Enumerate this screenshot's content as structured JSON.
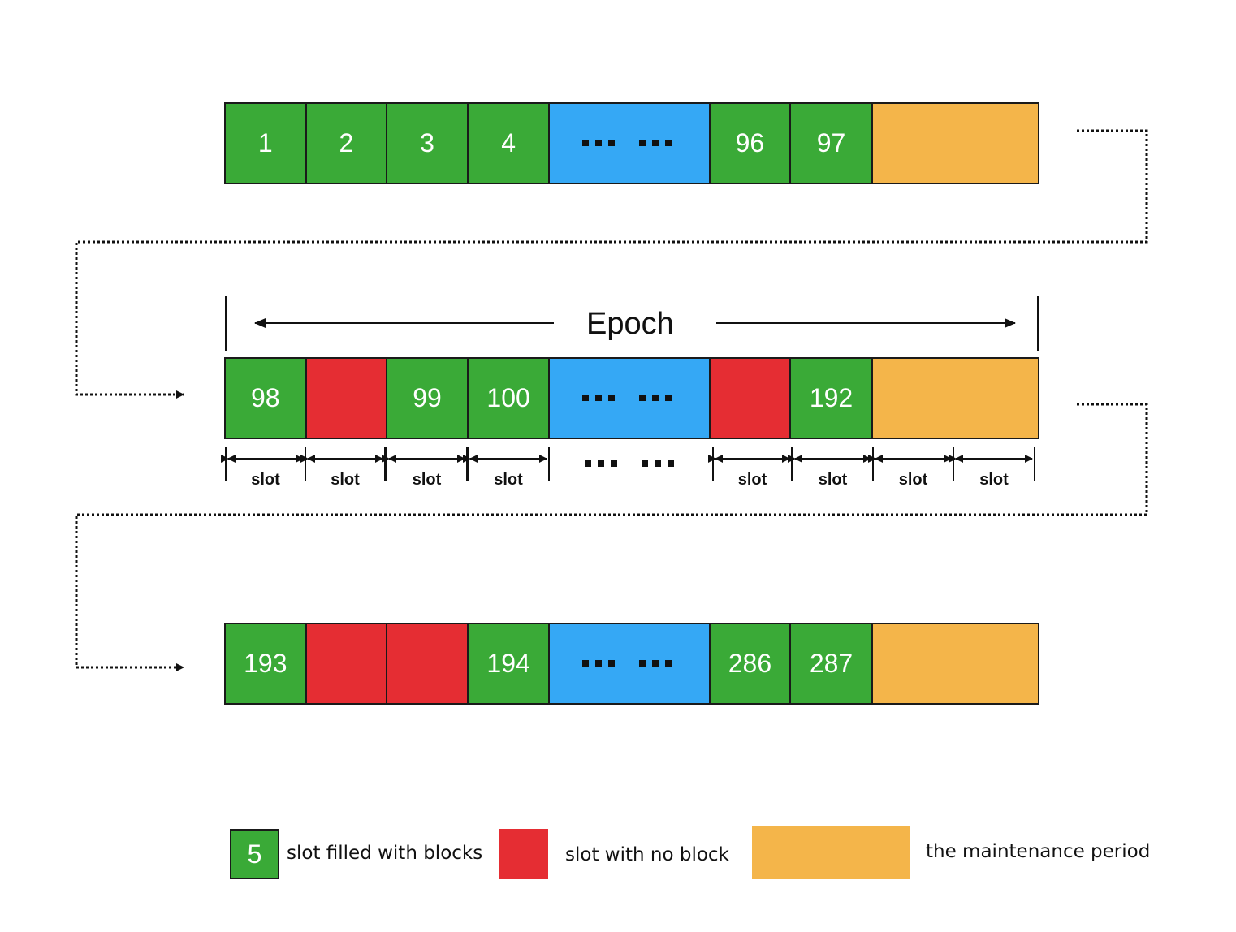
{
  "colors": {
    "filled": "#3aaa37",
    "empty": "#e52d33",
    "ellipsis": "#35a8f5",
    "maintenance": "#f4b54a"
  },
  "rows": [
    {
      "cells": [
        {
          "kind": "filled",
          "label": "1"
        },
        {
          "kind": "filled",
          "label": "2"
        },
        {
          "kind": "filled",
          "label": "3"
        },
        {
          "kind": "filled",
          "label": "4"
        },
        {
          "kind": "ellipsis",
          "label": ""
        },
        {
          "kind": "filled",
          "label": "96"
        },
        {
          "kind": "filled",
          "label": "97"
        },
        {
          "kind": "maintenance",
          "label": ""
        }
      ]
    },
    {
      "cells": [
        {
          "kind": "filled",
          "label": "98"
        },
        {
          "kind": "empty",
          "label": ""
        },
        {
          "kind": "filled",
          "label": "99"
        },
        {
          "kind": "filled",
          "label": "100"
        },
        {
          "kind": "ellipsis",
          "label": ""
        },
        {
          "kind": "empty",
          "label": ""
        },
        {
          "kind": "filled",
          "label": "192"
        },
        {
          "kind": "maintenance",
          "label": ""
        }
      ]
    },
    {
      "cells": [
        {
          "kind": "filled",
          "label": "193"
        },
        {
          "kind": "empty",
          "label": ""
        },
        {
          "kind": "empty",
          "label": ""
        },
        {
          "kind": "filled",
          "label": "194"
        },
        {
          "kind": "ellipsis",
          "label": ""
        },
        {
          "kind": "filled",
          "label": "286"
        },
        {
          "kind": "filled",
          "label": "287"
        },
        {
          "kind": "maintenance",
          "label": ""
        }
      ]
    }
  ],
  "epoch_label": "Epoch",
  "slot_label": "slot",
  "legend": {
    "filled_example": "5",
    "filled_text": "slot filled with blocks",
    "empty_text": "slot with no block",
    "maintenance_text": "the maintenance period"
  }
}
